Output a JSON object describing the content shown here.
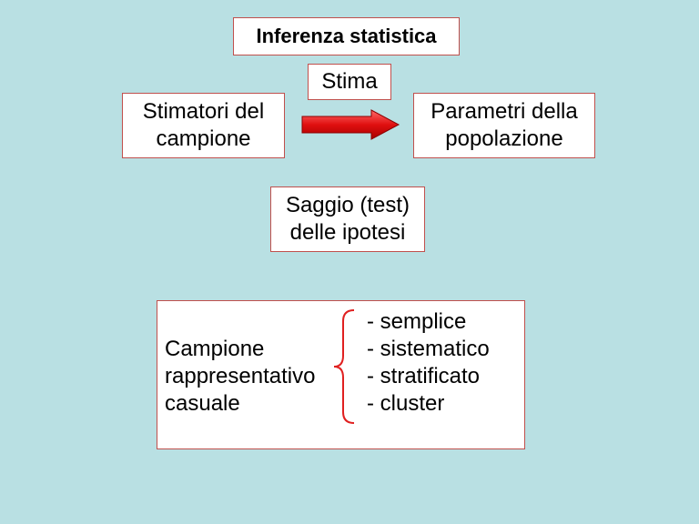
{
  "title": "Inferenza statistica",
  "estimation": {
    "label": "Stima",
    "left": "Stimatori del\ncampione",
    "right": "Parametri della\npopolazione"
  },
  "hypothesis_test": "Saggio (test)\ndelle ipotesi",
  "sample": {
    "label": "Campione\nrappresentativo\ncasuale",
    "types": [
      "- semplice",
      "- sistematico",
      "- stratificato",
      "- cluster"
    ]
  },
  "colors": {
    "background": "#b9e0e3",
    "border": "#c0504d",
    "arrow": "#e02020"
  }
}
